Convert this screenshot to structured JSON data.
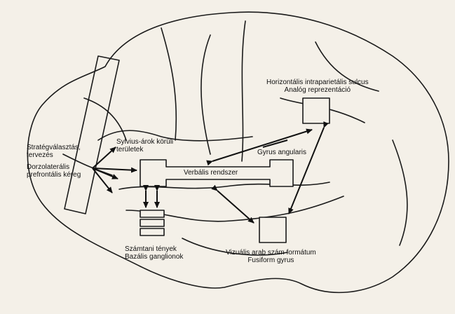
{
  "labels": {
    "prefrontal": {
      "line1": "Stratégválasztás,",
      "line2": "tervezés",
      "line3": "Dorzolaterális",
      "line4": "prefrontális kéreg"
    },
    "sylvian": {
      "line1": "Sylvius-árok körüli",
      "line2": "területek"
    },
    "intraparietal": {
      "line1": "Horizontális intraparietális sulcus",
      "line2": "Analóg reprezentáció"
    },
    "angular": "Gyrus angularis",
    "verbal": "Verbális rendszer",
    "arithmetic": {
      "line1": "Számtani tények",
      "line2": "Bazális ganglionok"
    },
    "visual": {
      "line1": "Vizuális arab szám formátum",
      "line2": "Fusiform gyrus"
    }
  }
}
